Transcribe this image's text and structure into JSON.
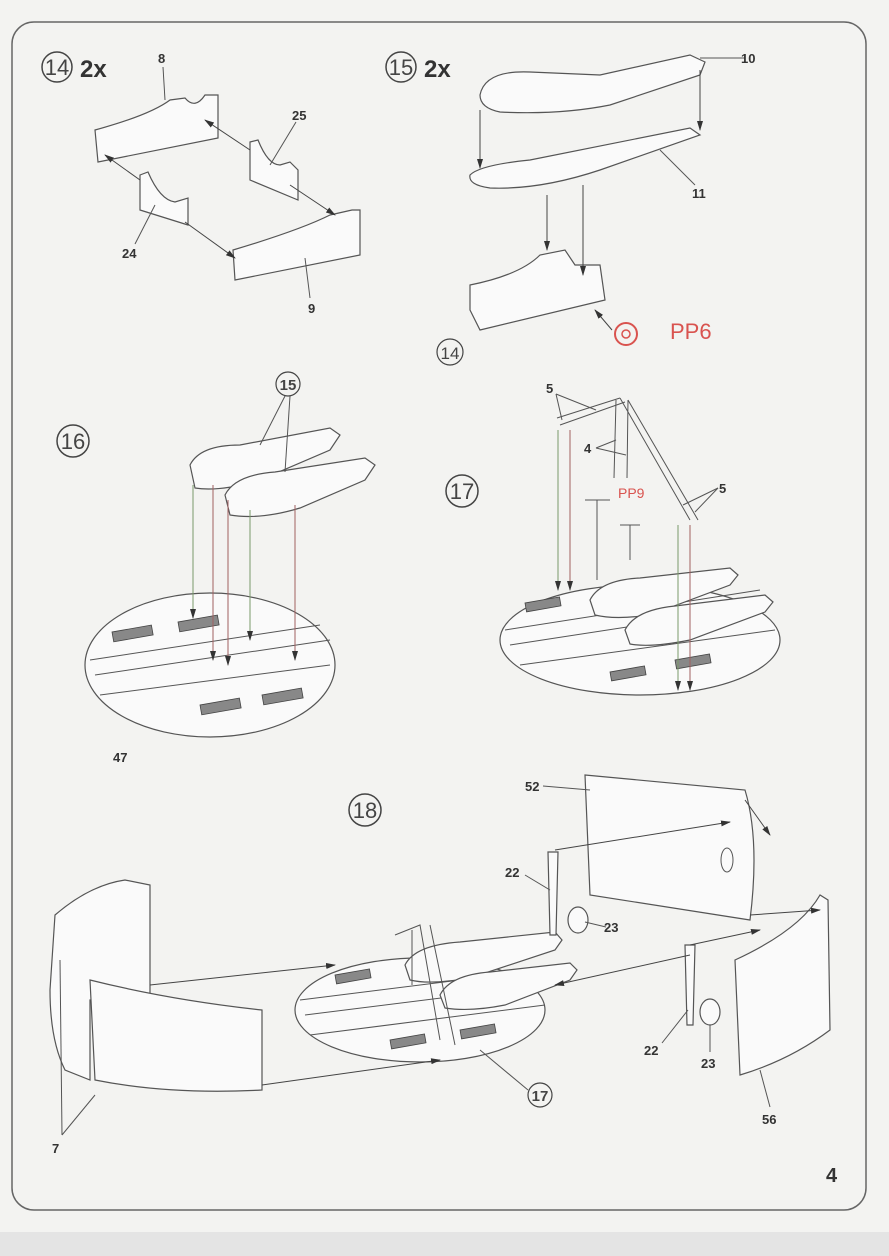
{
  "page_number": "4",
  "steps": [
    {
      "number": "14",
      "multiplier": "2x"
    },
    {
      "number": "15",
      "multiplier": "2x"
    },
    {
      "number": "16"
    },
    {
      "number": "17"
    },
    {
      "number": "18"
    }
  ],
  "step14_parts": [
    "8",
    "25",
    "24",
    "9"
  ],
  "step15_parts": [
    "10",
    "11",
    "14"
  ],
  "step15_photoetch": "PP6",
  "step16_parts": [
    "15",
    "47"
  ],
  "step17_parts": [
    "5",
    "4",
    "5"
  ],
  "step17_photoetch": "PP9",
  "step18_parts": [
    "52",
    "22",
    "23",
    "22",
    "23",
    "17",
    "56",
    "7"
  ],
  "colors": {
    "photoetch_label": "#d9534f",
    "lines": "#555555"
  }
}
